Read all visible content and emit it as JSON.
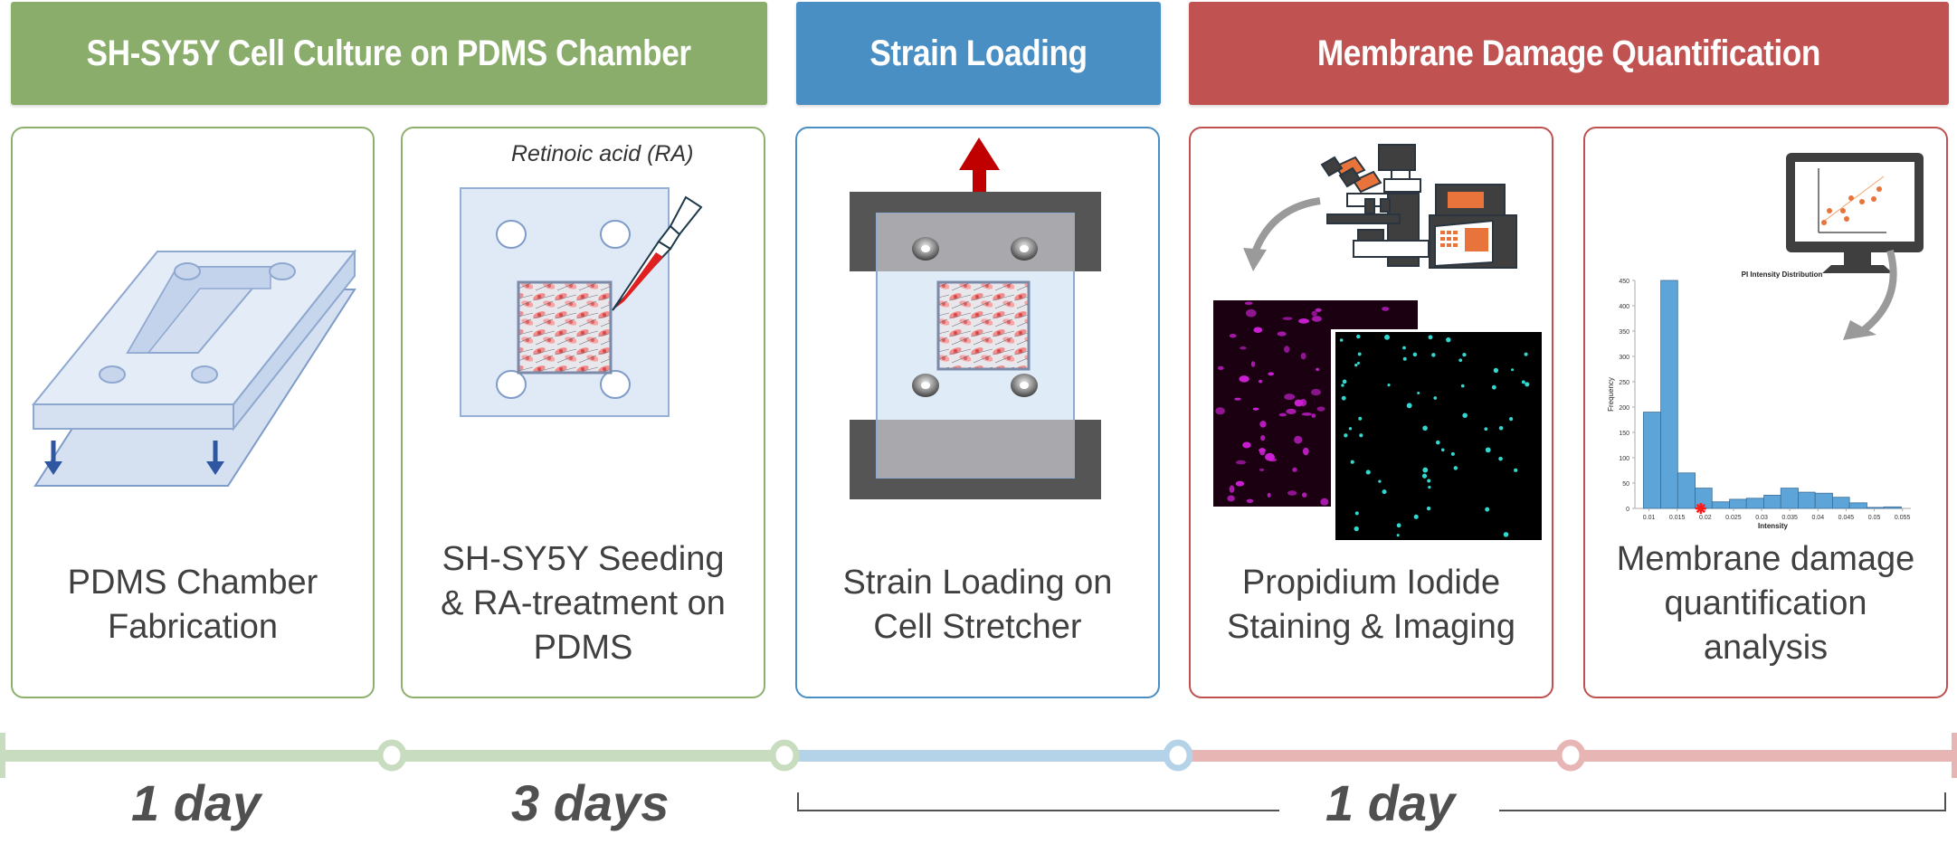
{
  "colors": {
    "culture": "#8aad6c",
    "strain": "#4a8fc4",
    "damage": "#c05251",
    "timeline_green": "#c8dcbf",
    "timeline_blue": "#b4d2e8",
    "timeline_red": "#e8b5b5",
    "text": "#404040"
  },
  "banners": [
    {
      "label": "SH-SY5Y Cell Culture on PDMS Chamber"
    },
    {
      "label": "Strain Loading"
    },
    {
      "label": "Membrane Damage Quantification"
    }
  ],
  "panels": [
    {
      "caption_lines": [
        "PDMS Chamber",
        "Fabrication"
      ]
    },
    {
      "caption_lines": [
        "SH-SY5Y Seeding",
        "& RA-treatment on",
        "PDMS"
      ],
      "annotation": "Retinoic acid (RA)"
    },
    {
      "caption_lines": [
        "Strain Loading on",
        "Cell Stretcher"
      ]
    },
    {
      "caption_lines": [
        "Propidium Iodide",
        "Staining & Imaging"
      ]
    },
    {
      "caption_lines": [
        "Membrane damage",
        "quantification",
        "analysis"
      ]
    }
  ],
  "timeline": {
    "durations": [
      "1 day",
      "3 days",
      "1 day"
    ]
  },
  "chart_data": {
    "type": "bar",
    "title": "PI Intensity Distribution",
    "xlabel": "Intensity",
    "ylabel": "Frequency",
    "bin_edges": [
      0.009,
      0.0121,
      0.0151,
      0.0182,
      0.0212,
      0.0243,
      0.0273,
      0.0304,
      0.0334,
      0.0365,
      0.0395,
      0.0426,
      0.0456,
      0.0487,
      0.0517,
      0.0548
    ],
    "values": [
      190,
      450,
      70,
      40,
      13,
      18,
      20,
      26,
      40,
      32,
      30,
      22,
      11,
      2,
      3
    ],
    "xticks": [
      "0.01",
      "0.015",
      "0.02",
      "0.025",
      "0.03",
      "0.035",
      "0.04",
      "0.045",
      "0.05",
      "0.055"
    ],
    "xtick_values": [
      0.01,
      0.015,
      0.02,
      0.025,
      0.03,
      0.035,
      0.04,
      0.045,
      0.05,
      0.055
    ],
    "yticks": [
      "0",
      "50",
      "100",
      "150",
      "200",
      "250",
      "300",
      "350",
      "400",
      "450"
    ],
    "ylim": [
      0,
      450
    ],
    "xlim": [
      0.0075,
      0.0565
    ],
    "marker": {
      "x": 0.0192,
      "y": 0,
      "color": "#ff1a1a",
      "shape": "asterisk"
    },
    "bar_color": "#5da5d9",
    "grid": false
  }
}
